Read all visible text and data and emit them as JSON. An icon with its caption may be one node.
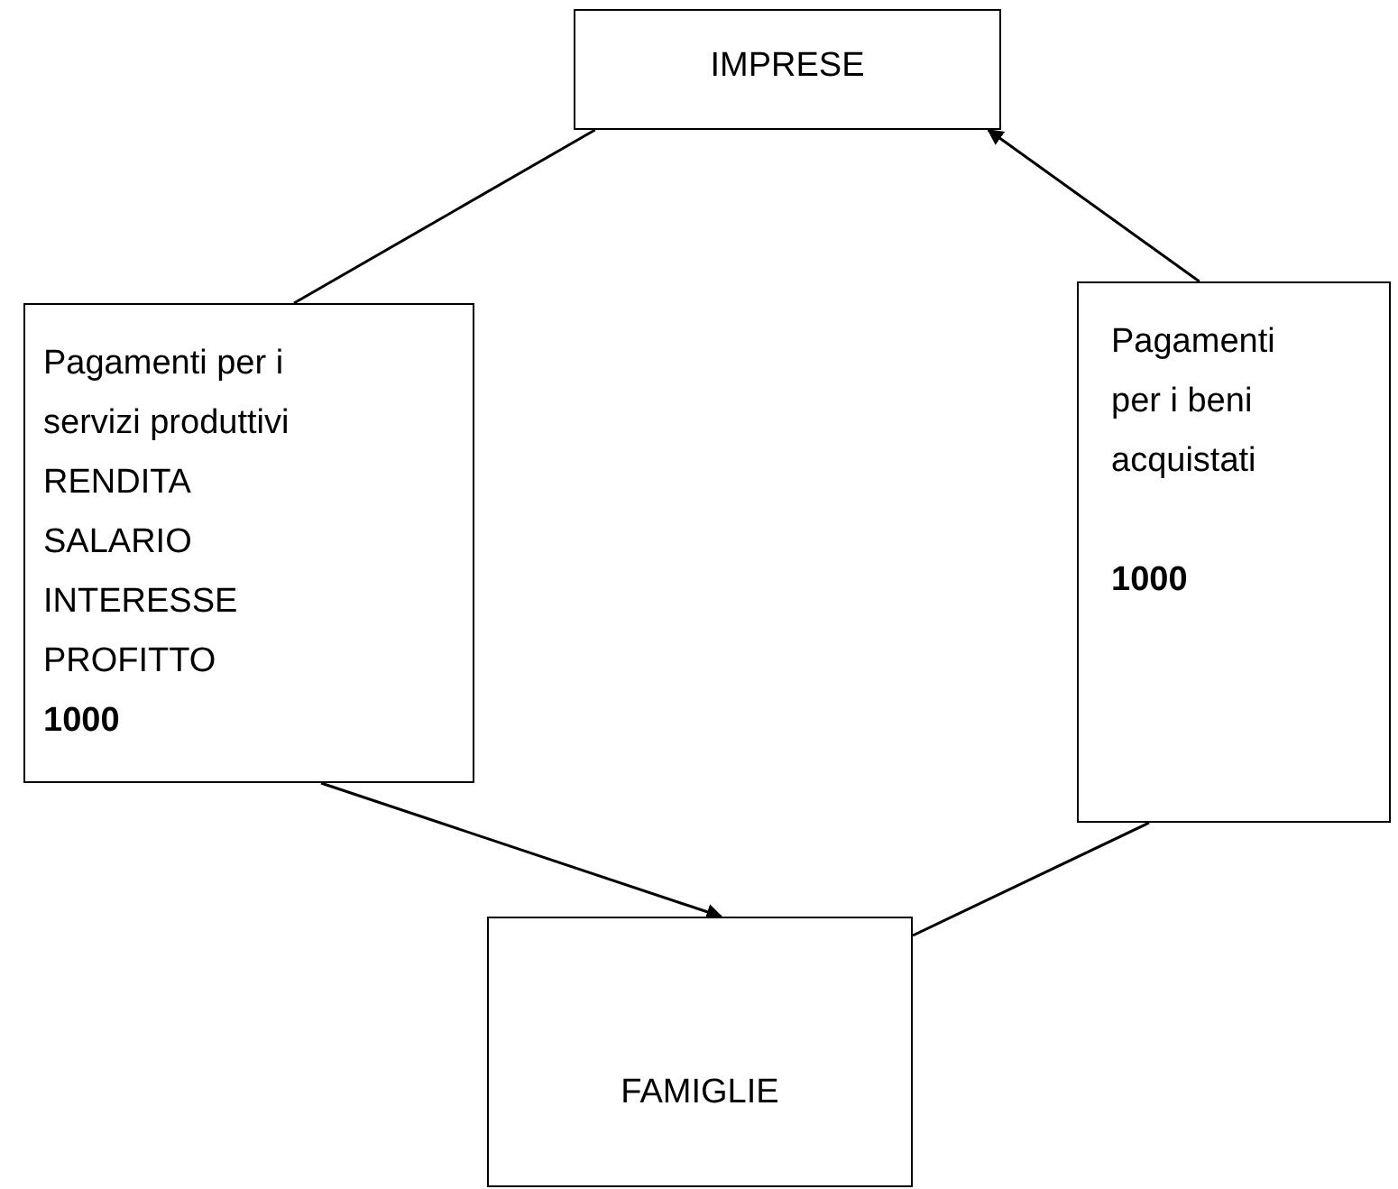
{
  "diagram": {
    "nodes": [
      {
        "text": [
          "IMPRESE"
        ]
      },
      {
        "text": [
          "Pagamenti per i servizi produttivi",
          "RENDITA",
          "SALARIO",
          "INTERESSE",
          "PROFITTO",
          "1000"
        ]
      },
      {
        "text": [
          "Pagamenti per i beni acquistati",
          "1000"
        ]
      },
      {
        "text": [
          "FAMIGLIE"
        ]
      }
    ],
    "edges": [
      {
        "from": 1,
        "to": 0,
        "arrow": "none"
      },
      {
        "from": 1,
        "to": 3,
        "arrow": "to"
      },
      {
        "from": 3,
        "to": 2,
        "arrow": "none"
      },
      {
        "from": 2,
        "to": 0,
        "arrow": "to"
      }
    ]
  }
}
